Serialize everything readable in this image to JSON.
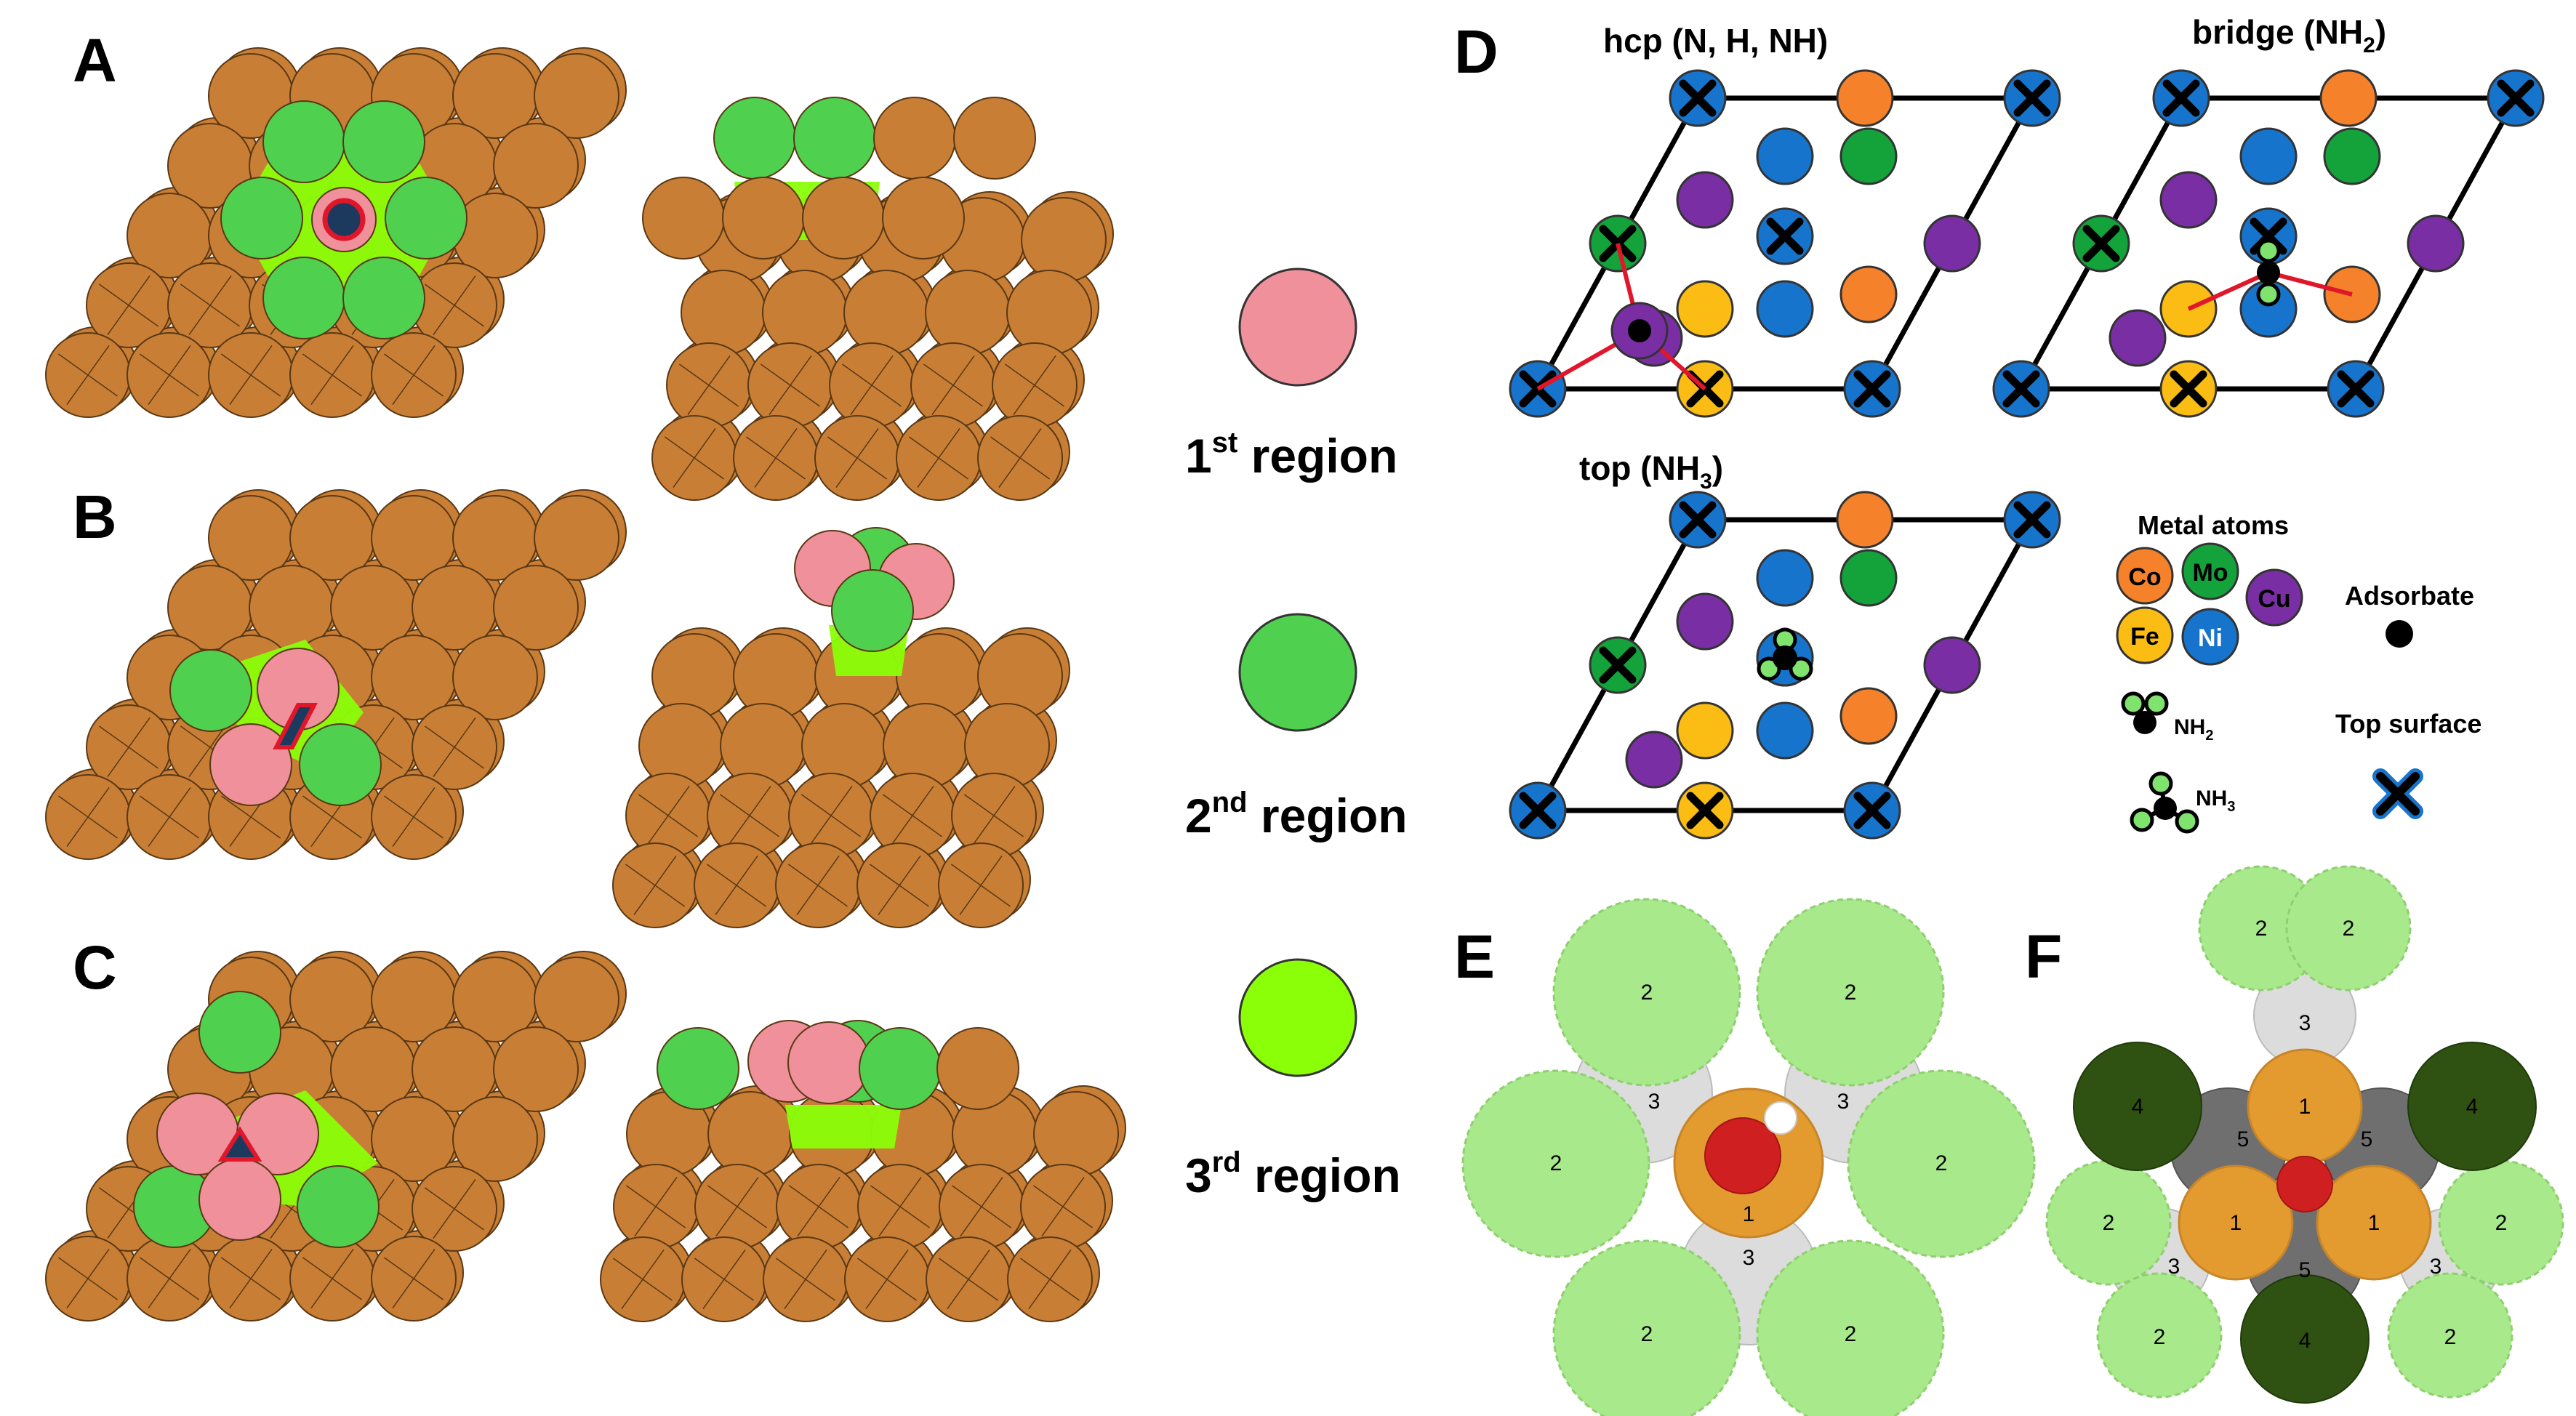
{
  "panel_letters": {
    "a": "A",
    "b": "B",
    "c": "C",
    "d": "D",
    "e": "E",
    "f": "F"
  },
  "colors": {
    "substrate": "#c87f35",
    "region1": "#ef909b",
    "region2": "#4fd14f",
    "region3": "#8bff08",
    "adsorbate_fill": "#1c3a5e",
    "adsorbate_outline": "#e0162b",
    "Co": "#f5822a",
    "Mo": "#13a33a",
    "Cu": "#7a2ea3",
    "Fe": "#fbbd13",
    "Ni": "#1774cc",
    "bond": "#e0162b",
    "e_center": "#d01f20",
    "e_ring1": "#e39b2f",
    "e_ring2": "#a8e98b",
    "e_ring3": "#dcdcdc",
    "f_ring4": "#2f5212",
    "f_ring5": "#6f6f6f"
  },
  "legend": {
    "region1": {
      "prefix": "1",
      "sup": "st",
      "suffix": " region"
    },
    "region2": {
      "prefix": "2",
      "sup": "nd",
      "suffix": " region"
    },
    "region3": {
      "prefix": "3",
      "sup": "rd",
      "suffix": " region"
    }
  },
  "panel_d": {
    "hcp_title": "hcp (N, H, NH)",
    "bridge_title_main": "bridge (NH",
    "bridge_title_sub": "2",
    "bridge_title_end": ")",
    "top_title_main": "top (NH",
    "top_title_sub": "3",
    "top_title_end": ")",
    "key": {
      "metal_atoms": "Metal atoms",
      "co": "Co",
      "mo": "Mo",
      "cu": "Cu",
      "fe": "Fe",
      "ni": "Ni",
      "adsorbate": "Adsorbate",
      "nh2_main": "NH",
      "nh2_sub": "2",
      "nh3_main": "NH",
      "nh3_sub": "3",
      "top_surface": "Top surface"
    }
  },
  "panel_e": {
    "labels": {
      "r1": "1",
      "r2": "2",
      "r3": "3"
    }
  },
  "panel_f": {
    "labels": {
      "r1": "1",
      "r2": "2",
      "r3": "3",
      "r4": "4",
      "r5": "5"
    }
  }
}
